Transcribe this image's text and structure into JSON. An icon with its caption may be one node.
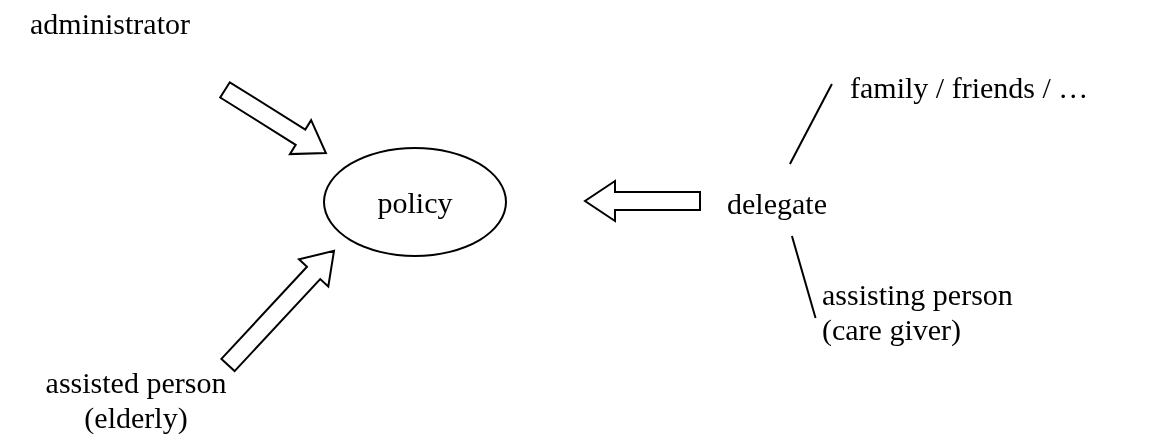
{
  "diagram": {
    "nodes": [
      {
        "text": [
          "administrator"
        ]
      },
      {
        "text": [
          "policy"
        ]
      },
      {
        "text": [
          "assisted person (elderly)"
        ]
      },
      {
        "text": [
          "delegate"
        ]
      },
      {
        "text": [
          "family / friends / …"
        ]
      },
      {
        "text": [
          "assisting person (care giver)"
        ]
      }
    ],
    "edges": [
      {
        "from": 0,
        "to": 1,
        "arrow": "to",
        "style": "thick"
      },
      {
        "from": 2,
        "to": 1,
        "arrow": "to",
        "style": "thick"
      },
      {
        "from": 3,
        "to": 1,
        "arrow": "to",
        "style": "thick"
      },
      {
        "from": 3,
        "to": 4,
        "arrow": "none"
      },
      {
        "from": 3,
        "to": 5,
        "arrow": "none"
      }
    ]
  }
}
